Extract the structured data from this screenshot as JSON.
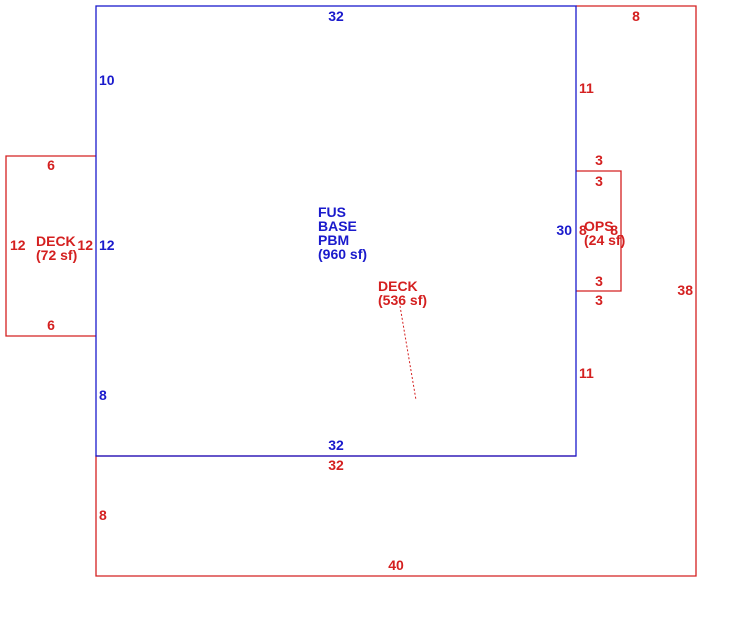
{
  "colors": {
    "main": "#1a1acc",
    "addition": "#d42020"
  },
  "main_structure": {
    "label_lines": [
      "FUS",
      "BASE",
      "PBM",
      "(960 sf)"
    ],
    "dims": {
      "top": "32",
      "bottom": "32",
      "left_upper": "10",
      "left_middle": "12",
      "left_lower": "8",
      "right": "30"
    }
  },
  "large_deck": {
    "label_lines": [
      "DECK",
      "(536 sf)"
    ],
    "dims": {
      "top_right": "8",
      "right_upper": "11",
      "right_lower": "11",
      "right_outer": "38",
      "inner_top": "32",
      "left": "8",
      "bottom": "40"
    }
  },
  "small_deck": {
    "label_lines": [
      "DECK",
      "(72 sf)"
    ],
    "dims": {
      "top": "6",
      "bottom": "6",
      "left": "12",
      "right": "12"
    }
  },
  "ops": {
    "label_lines": [
      "OPS",
      "(24 sf)"
    ],
    "dims": {
      "top_outer": "3",
      "top_inner": "3",
      "bottom_inner": "3",
      "bottom_outer": "3",
      "left": "8",
      "right": "8"
    }
  }
}
